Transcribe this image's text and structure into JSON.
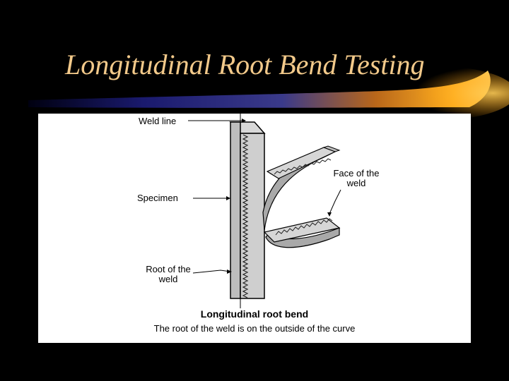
{
  "slide": {
    "title": "Longitudinal Root Bend Testing",
    "colors": {
      "background": "#000000",
      "title": "#f2c98a",
      "swoosh_dark": "#1a1a6e",
      "swoosh_bright": "#ffb020",
      "panel": "#ffffff"
    }
  },
  "figure": {
    "labels": {
      "weld_line": "Weld line",
      "specimen": "Specimen",
      "root_of_weld": "Root of the weld",
      "face_of_weld": "Face of the weld"
    },
    "caption_title": "Longitudinal root bend",
    "caption_text": "The root of the weld is on the outside of the curve"
  }
}
